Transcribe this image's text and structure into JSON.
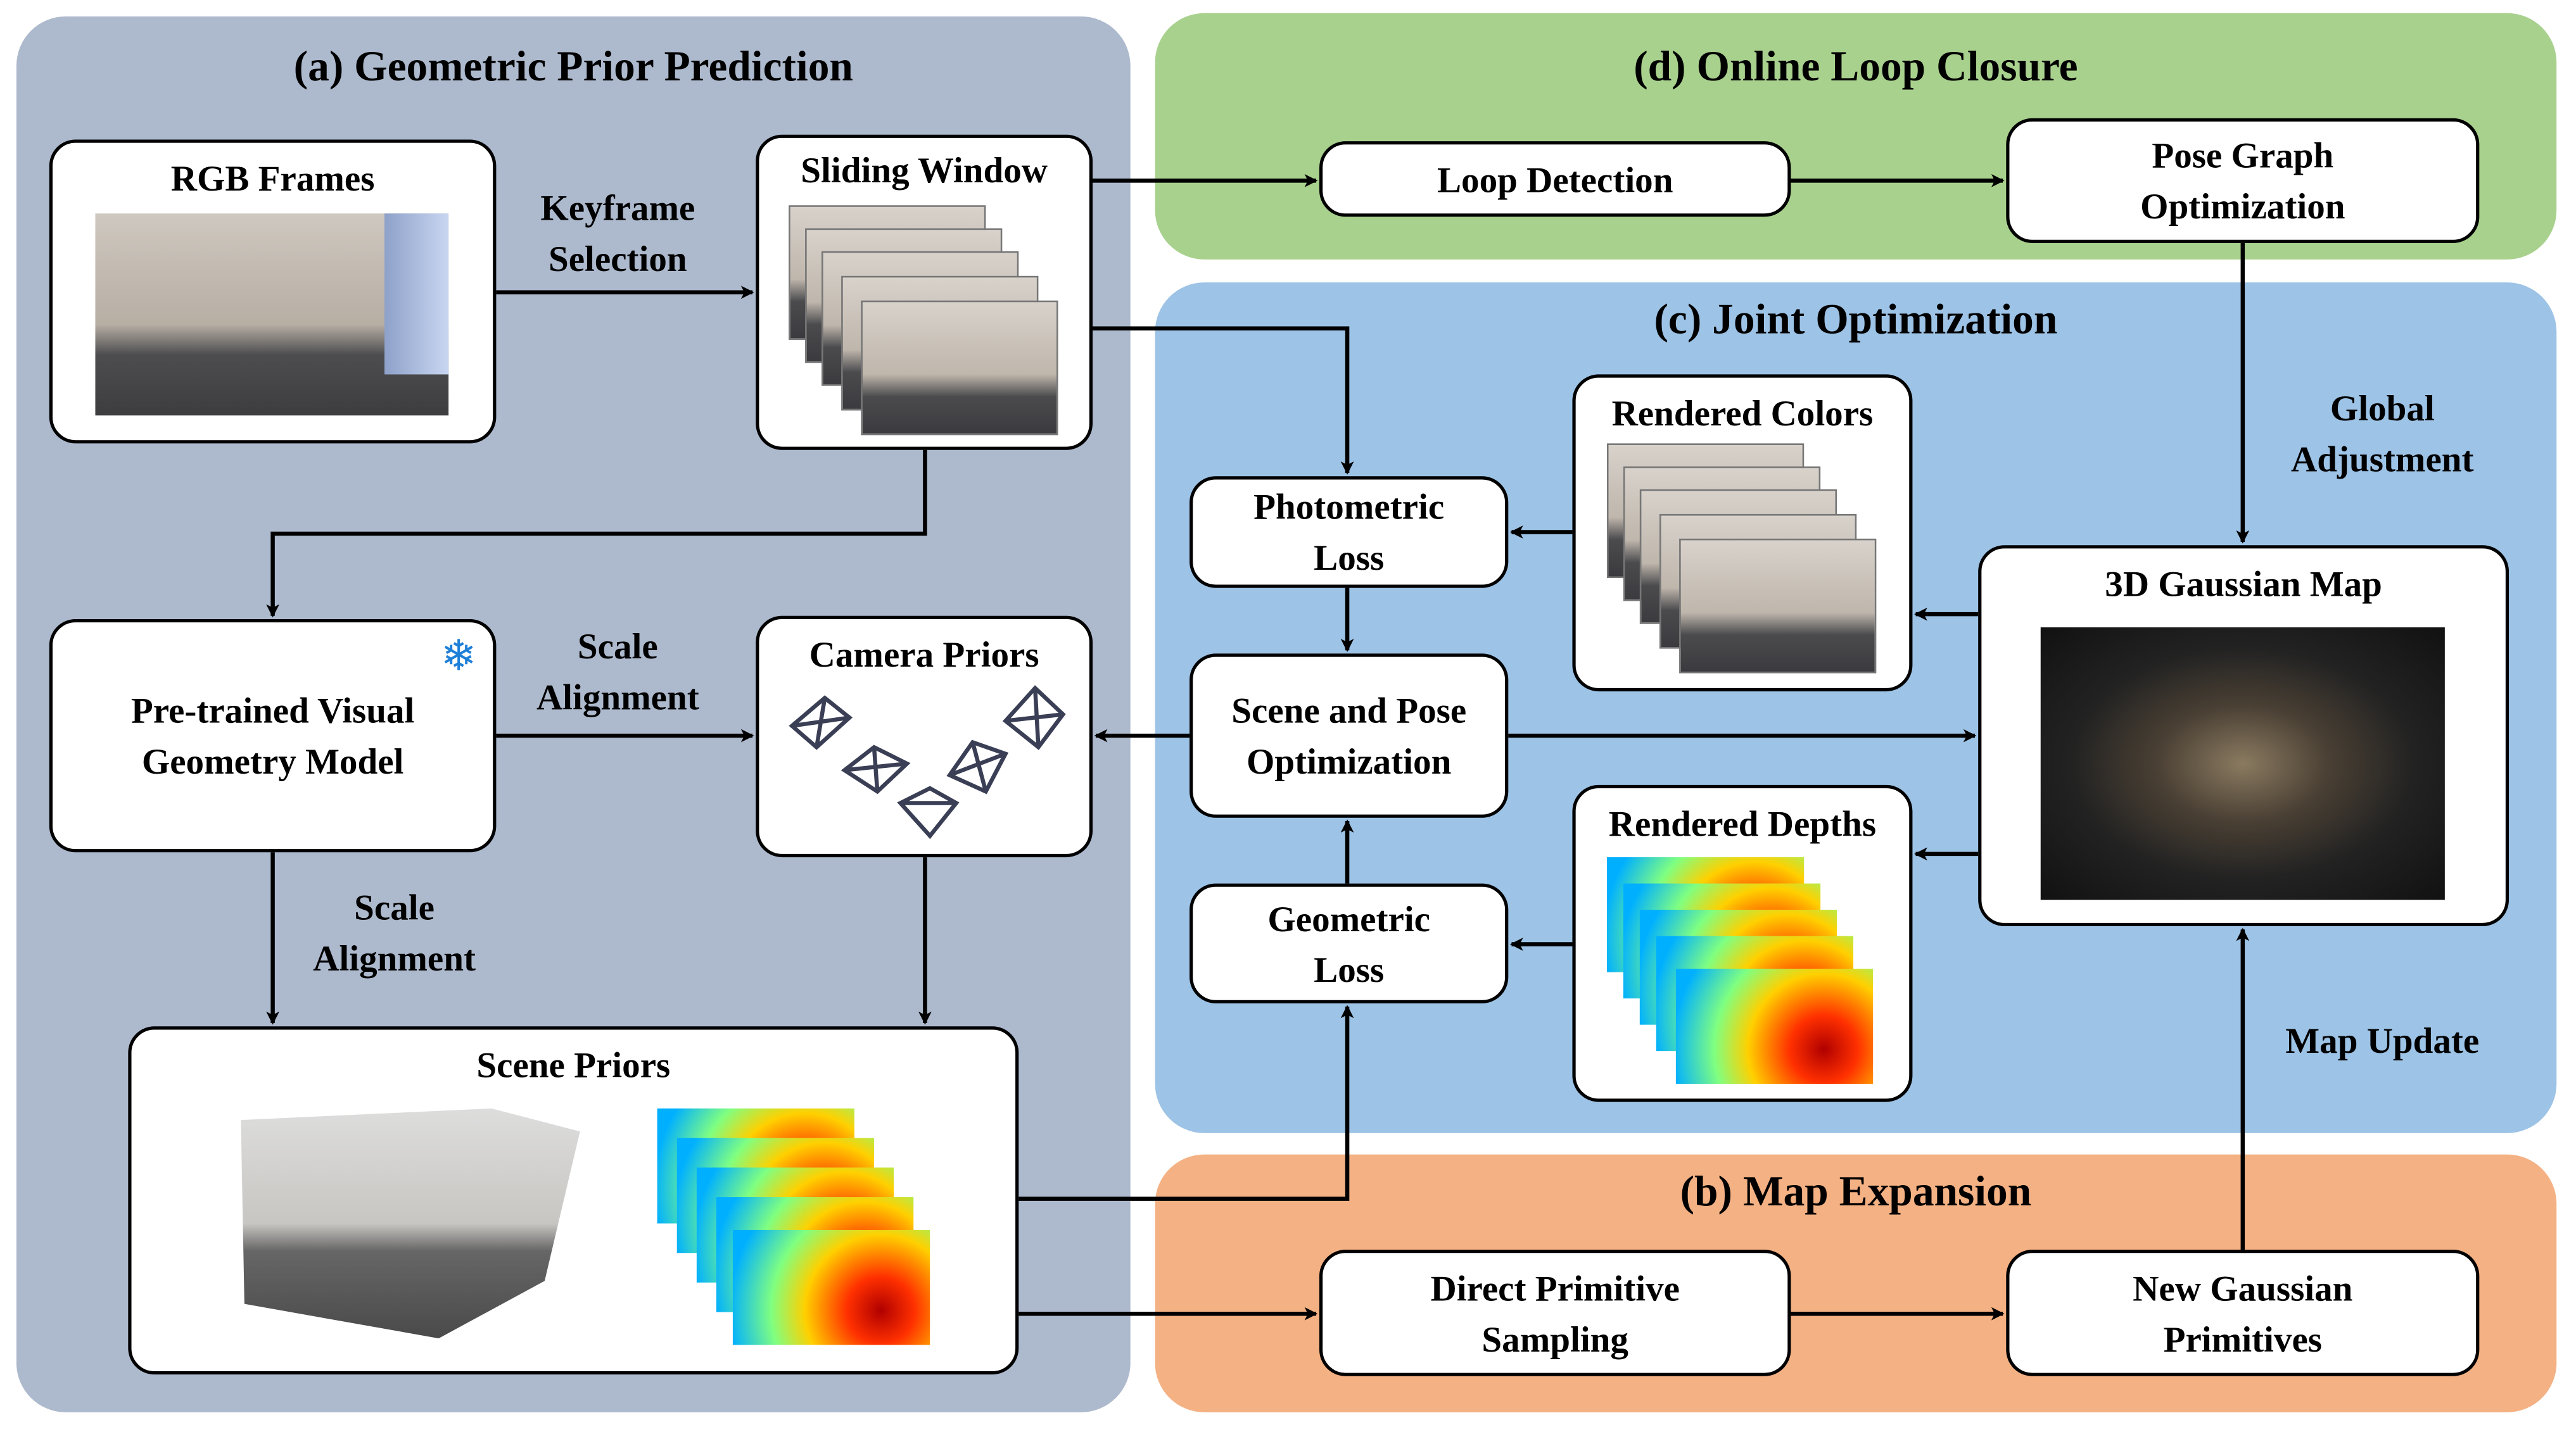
{
  "panels": {
    "a": {
      "title": "(a) Geometric Prior Prediction",
      "color": "#adb9cd"
    },
    "b": {
      "title": "(b) Map Expansion",
      "color": "#f4b183"
    },
    "c": {
      "title": "(c) Joint Optimization",
      "color": "#9dc3e6"
    },
    "d": {
      "title": "(d) Online Loop Closure",
      "color": "#a9d18e"
    }
  },
  "boxes": {
    "rgb_frames": "RGB Frames",
    "sliding_window": "Sliding Window",
    "pretrained_line1": "Pre-trained Visual",
    "pretrained_line2": "Geometry Model",
    "camera_priors": "Camera Priors",
    "scene_priors": "Scene Priors",
    "loop_detection": "Loop Detection",
    "pose_graph_line1": "Pose Graph",
    "pose_graph_line2": "Optimization",
    "photometric_line1": "Photometric",
    "photometric_line2": "Loss",
    "scene_pose_line1": "Scene and Pose",
    "scene_pose_line2": "Optimization",
    "geometric_line1": "Geometric",
    "geometric_line2": "Loss",
    "rendered_colors": "Rendered Colors",
    "rendered_depths": "Rendered Depths",
    "gaussian_map": "3D Gaussian Map",
    "direct_line1": "Direct Primitive",
    "direct_line2": "Sampling",
    "new_gaussian_line1": "New Gaussian",
    "new_gaussian_line2": "Primitives"
  },
  "edge_labels": {
    "keyframe_line1": "Keyframe",
    "keyframe_line2": "Selection",
    "scale1_line1": "Scale",
    "scale1_line2": "Alignment",
    "scale2_line1": "Scale",
    "scale2_line2": "Alignment",
    "global_line1": "Global",
    "global_line2": "Adjustment",
    "map_update": "Map Update"
  },
  "icons": {
    "frozen": "snowflake-icon",
    "frozen_color": "#1e7fd8"
  }
}
